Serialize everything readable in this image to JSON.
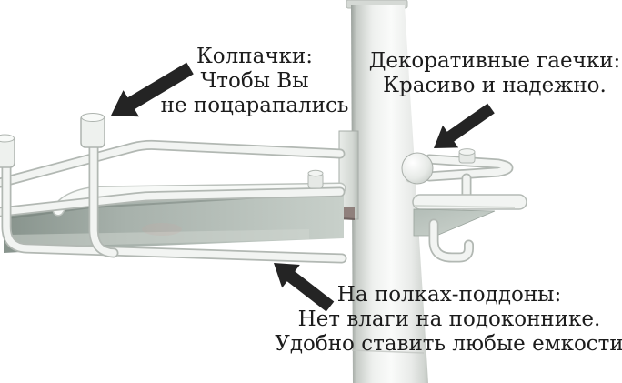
{
  "page": {
    "background": "#ffffff",
    "language": "ru",
    "kind": "annotated product photo"
  },
  "style": {
    "text_color": "#1c1c1c",
    "arrow_color": "#242424",
    "product_white": "#f2f4f2",
    "tray_color": "#a9b3ad",
    "arrow_icon": "thick-diagonal-arrow"
  },
  "callouts": {
    "caps": {
      "lines": [
        "Колпачки:",
        "Чтобы Вы",
        "не поцарапались"
      ]
    },
    "nuts": {
      "lines": [
        "Декоративные гаечки:",
        "Красиво и надежно."
      ]
    },
    "trays": {
      "lines": [
        "На полках-поддоны:",
        "Нет влаги на подоконнике.",
        "Удобно ставить любые емкости"
      ]
    }
  },
  "product": {
    "visible_parts": [
      "pole",
      "wall-bracket",
      "guard-rails",
      "wire-posts",
      "end-caps",
      "tray",
      "decorative-nut",
      "tray-pins",
      "wire-hooks"
    ]
  }
}
